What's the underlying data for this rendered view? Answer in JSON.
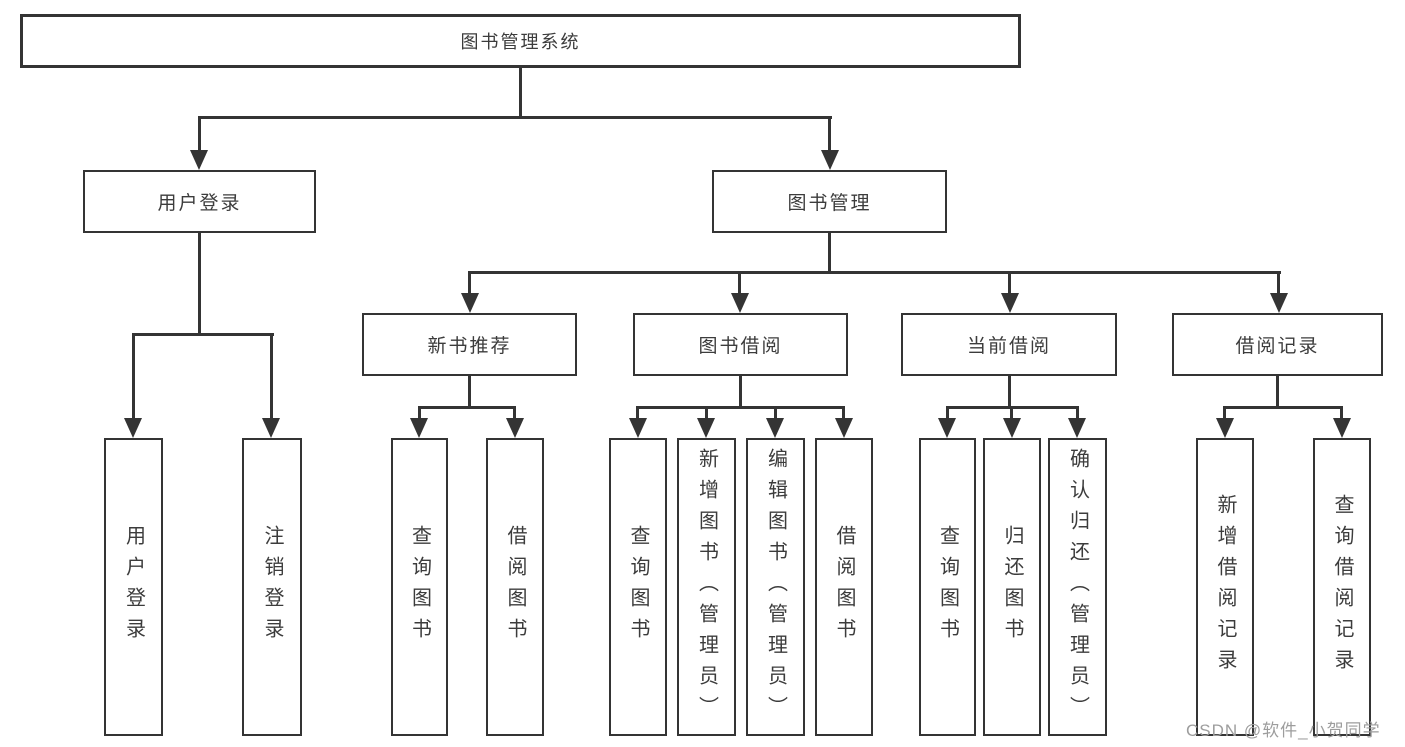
{
  "diagram": {
    "title": "图书管理系统",
    "root": {
      "label": "图书管理系统"
    },
    "level2": [
      {
        "label": "用户登录"
      },
      {
        "label": "图书管理"
      }
    ],
    "level3": [
      {
        "label": "新书推荐"
      },
      {
        "label": "图书借阅"
      },
      {
        "label": "当前借阅"
      },
      {
        "label": "借阅记录"
      }
    ],
    "leaves": {
      "login": [
        {
          "label": "用户登录"
        },
        {
          "label": "注销登录"
        }
      ],
      "recommend": [
        {
          "label": "查询图书"
        },
        {
          "label": "借阅图书"
        }
      ],
      "borrow": [
        {
          "label": "查询图书"
        },
        {
          "label": "新增图书（管理员）"
        },
        {
          "label": "编辑图书（管理员）"
        },
        {
          "label": "借阅图书"
        }
      ],
      "current": [
        {
          "label": "查询图书"
        },
        {
          "label": "归还图书"
        },
        {
          "label": "确认归还（管理员）"
        }
      ],
      "records": [
        {
          "label": "新增借阅记录"
        },
        {
          "label": "查询借阅记录"
        }
      ]
    },
    "watermark": "CSDN @软件_小贺同学",
    "colors": {
      "line": "#343434",
      "text": "#3c3c3c",
      "box_fill": "#ffffff",
      "watermark": "#9d9d9d",
      "background": "#ffffff"
    }
  }
}
